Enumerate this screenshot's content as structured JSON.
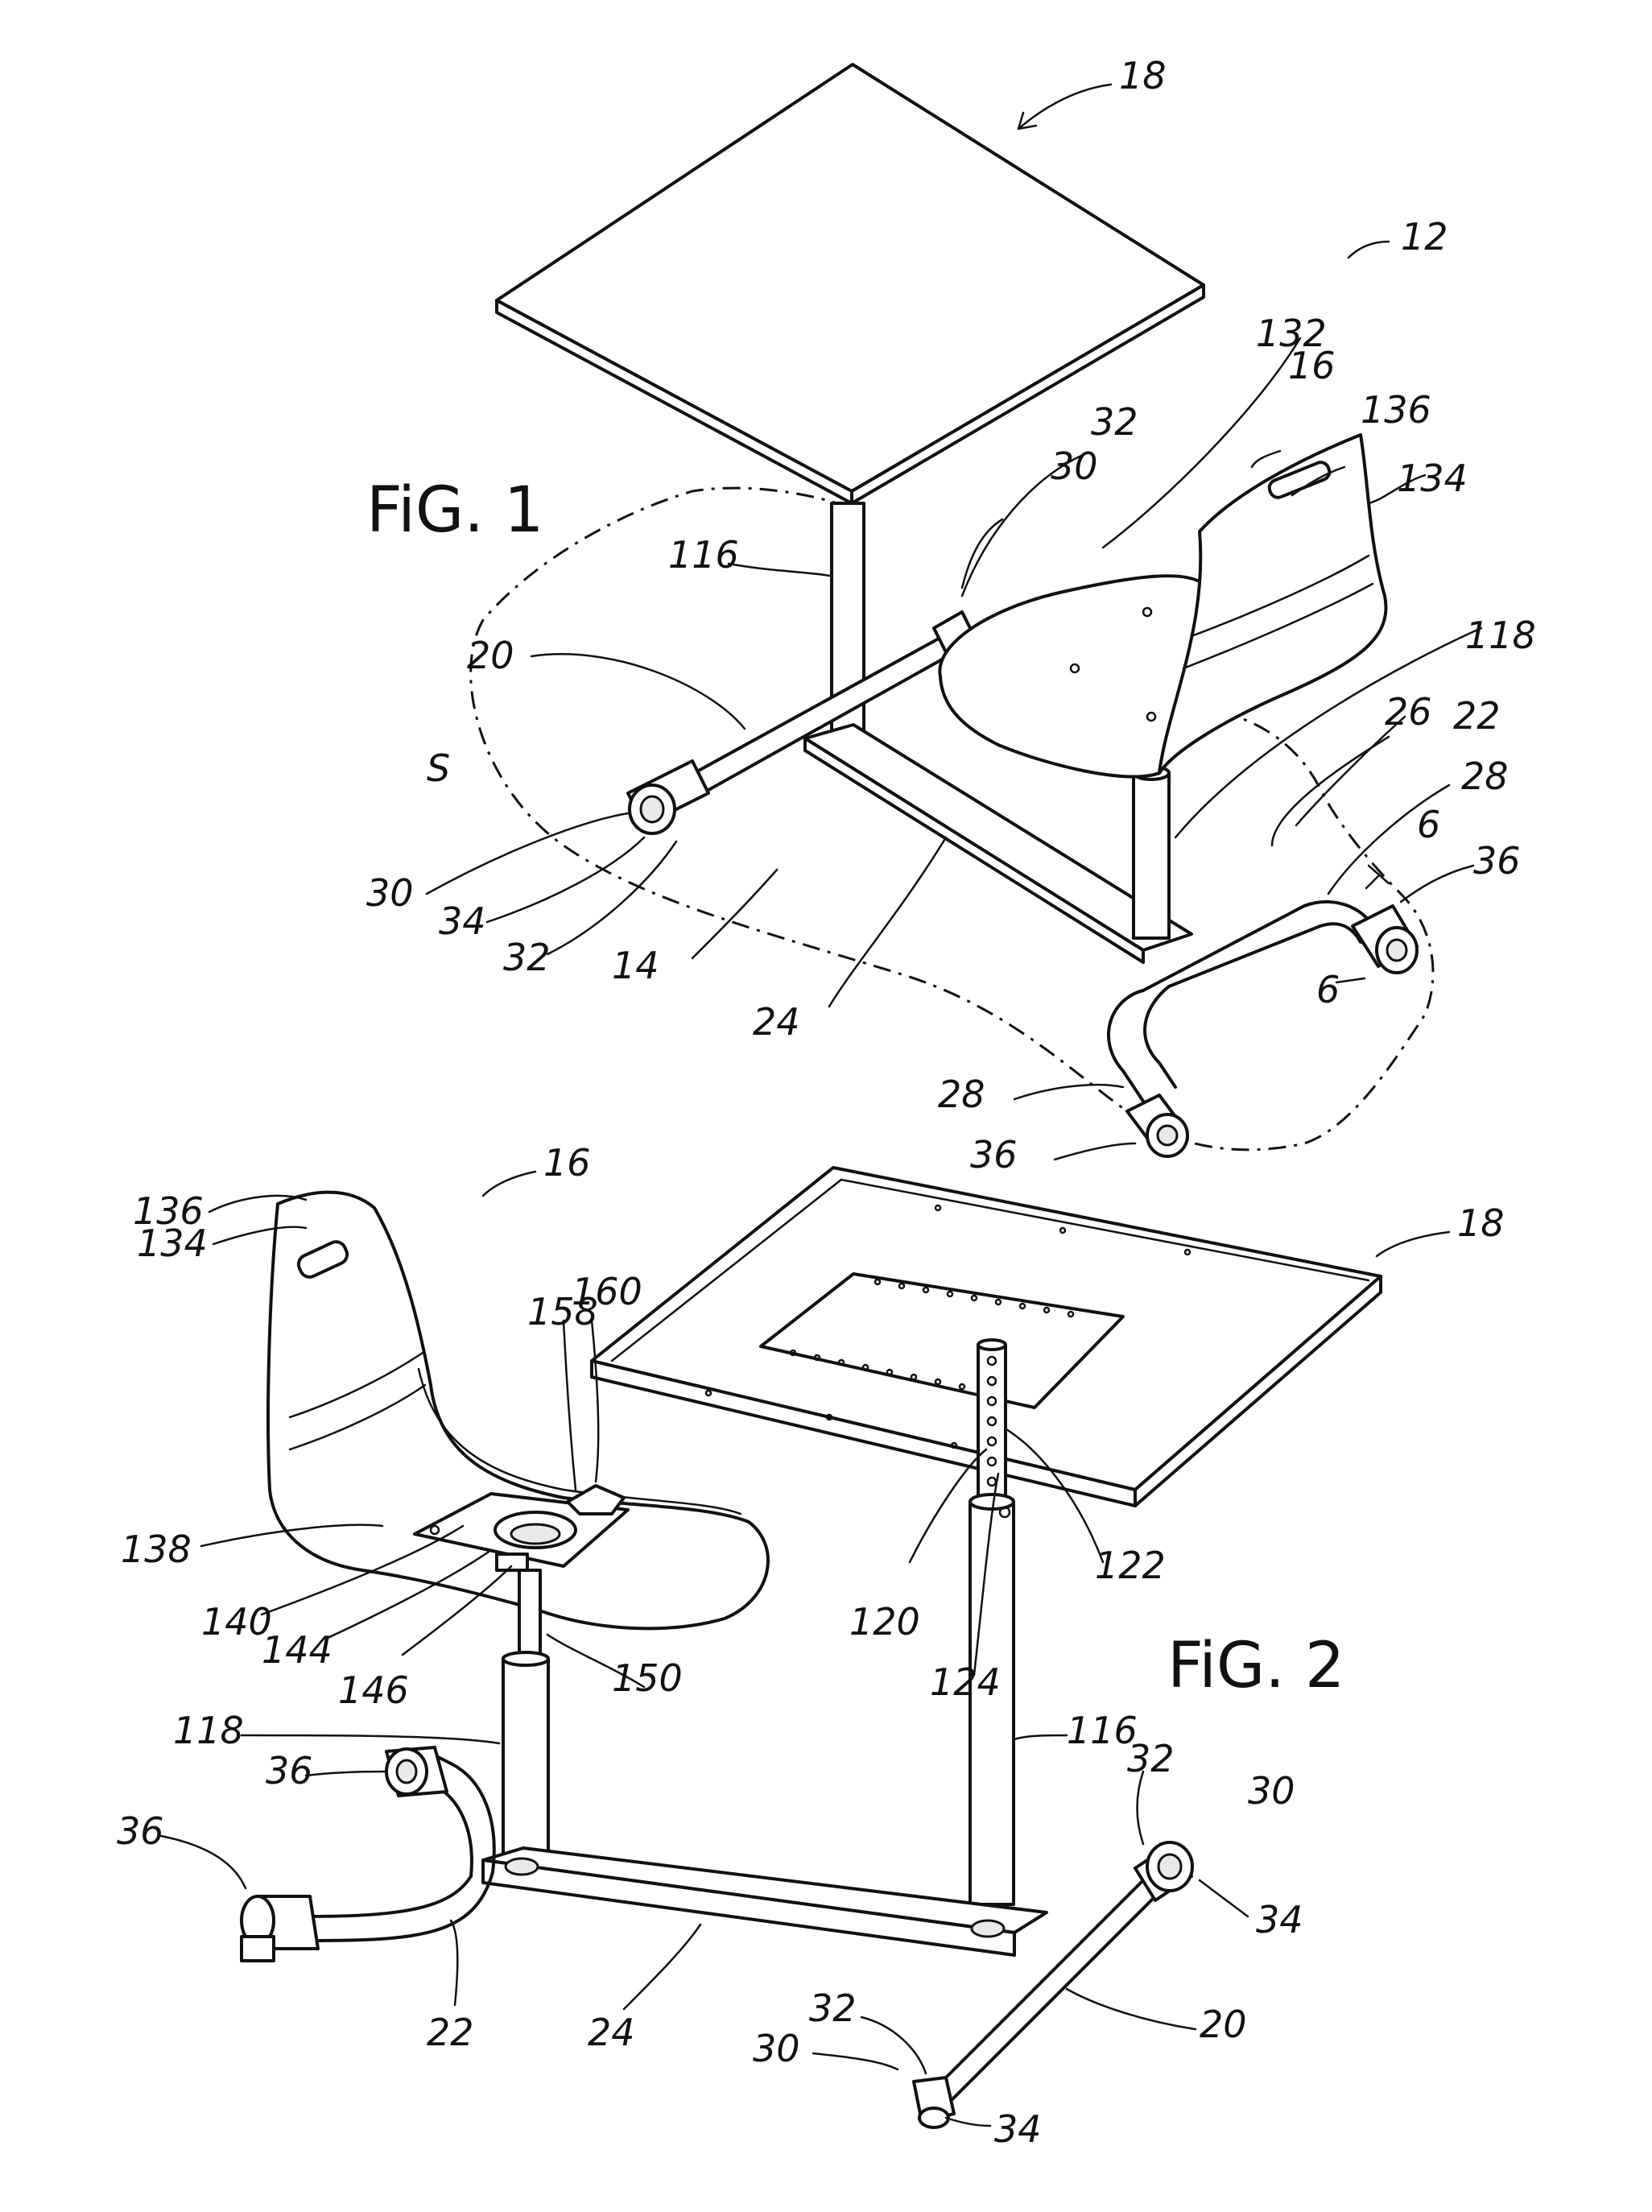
{
  "figure_labels": {
    "fig1": "FiG. 1",
    "fig2": "FiG. 2"
  },
  "fig1_refs": {
    "r18": "18",
    "r12": "12",
    "r132": "132",
    "r16": "16",
    "r136": "136",
    "r134": "134",
    "r32a": "32",
    "r30a": "30",
    "r116": "116",
    "r20": "20",
    "rS": "S",
    "r118": "118",
    "r26": "26",
    "r22": "22",
    "r28a": "28",
    "r6a": "6",
    "r36a": "36",
    "r6b": "6",
    "r30b": "30",
    "r34": "34",
    "r32b": "32",
    "r14": "14",
    "r24": "24",
    "r28b": "28",
    "r36b": "36"
  },
  "fig2_refs": {
    "r16": "16",
    "r136": "136",
    "r134": "134",
    "r18": "18",
    "r158": "158",
    "r160": "160",
    "r138": "138",
    "r140": "140",
    "r144": "144",
    "r146": "146",
    "r150": "150",
    "r120": "120",
    "r122": "122",
    "r124": "124",
    "r116": "116",
    "r118": "118",
    "r36a": "36",
    "r36b": "36",
    "r22": "22",
    "r24": "24",
    "r32a": "32",
    "r30a": "30",
    "r34a": "34",
    "r20": "20",
    "r32b": "32",
    "r30b": "30",
    "r34b": "34"
  }
}
